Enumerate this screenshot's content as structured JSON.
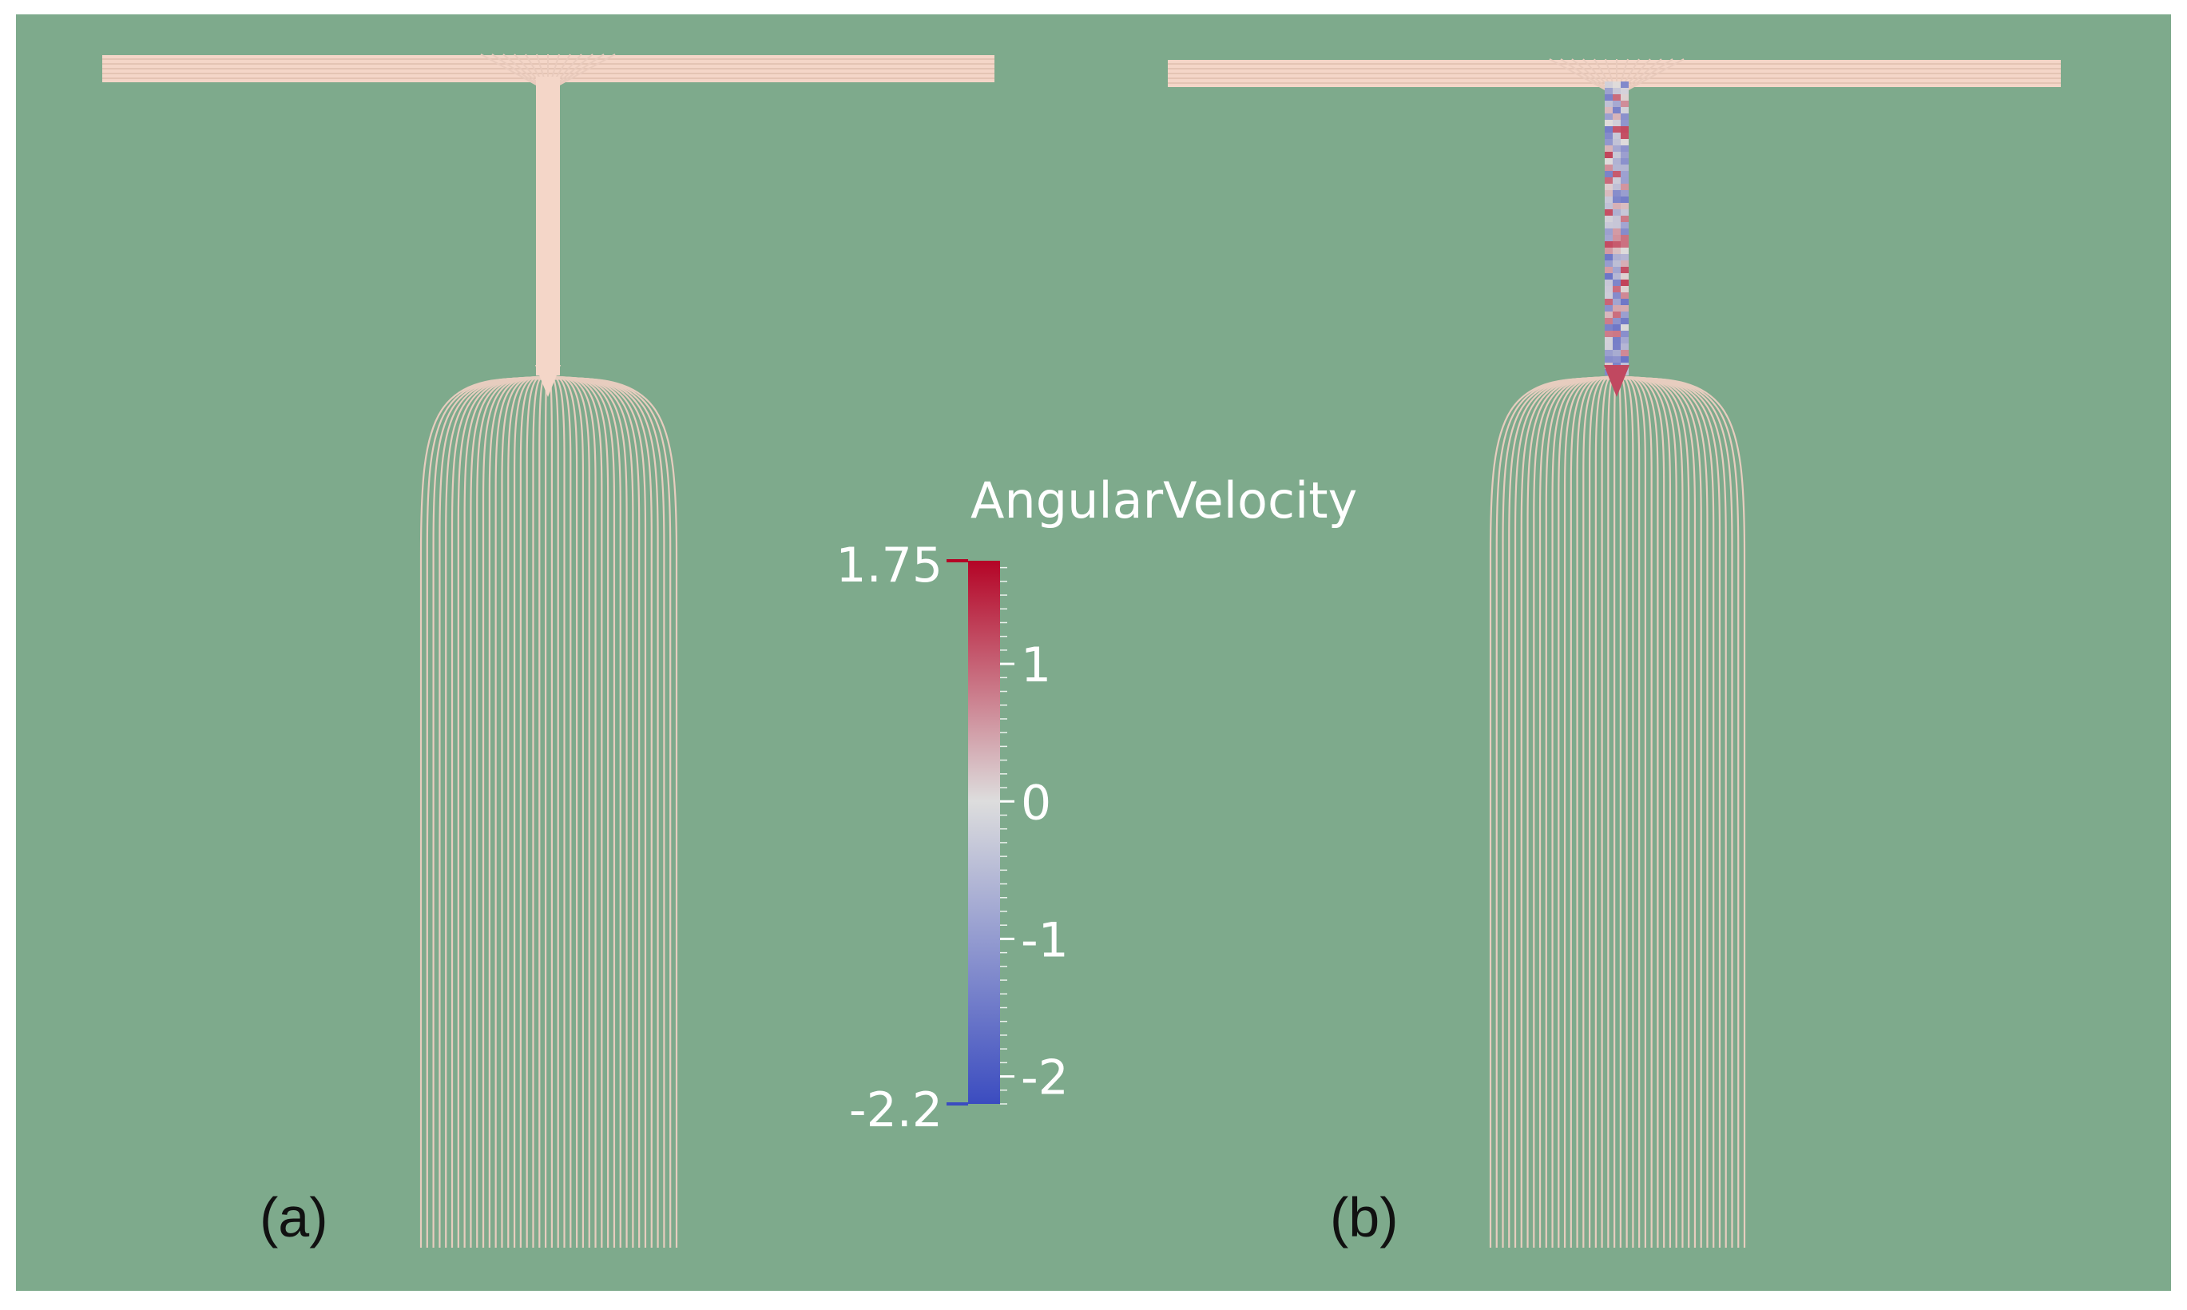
{
  "colors": {
    "frame_bg": "#ffffff",
    "plot_bg": "#7eaa8c",
    "wire": "#f4d6c8",
    "streamline": "#e7cdbf",
    "text_light": "#ffffff",
    "text_dark": "#111111",
    "cmap_low": "#3b4cc0",
    "cmap_mid": "#dddddd",
    "cmap_high": "#b40426"
  },
  "panels": [
    {
      "id": "a",
      "label": "(a)",
      "vorticity": "uniform"
    },
    {
      "id": "b",
      "label": "(b)",
      "vorticity": "varying"
    }
  ],
  "colorbar": {
    "title": "AngularVelocity",
    "max_label": "1.75",
    "min_label": "-2.2",
    "range": [
      -2.2,
      1.75
    ],
    "ticks": [
      {
        "value": 1,
        "label": "1"
      },
      {
        "value": 0,
        "label": "0"
      },
      {
        "value": -1,
        "label": "-1"
      },
      {
        "value": -2,
        "label": "-2"
      }
    ],
    "colormap": "cool-to-warm"
  }
}
